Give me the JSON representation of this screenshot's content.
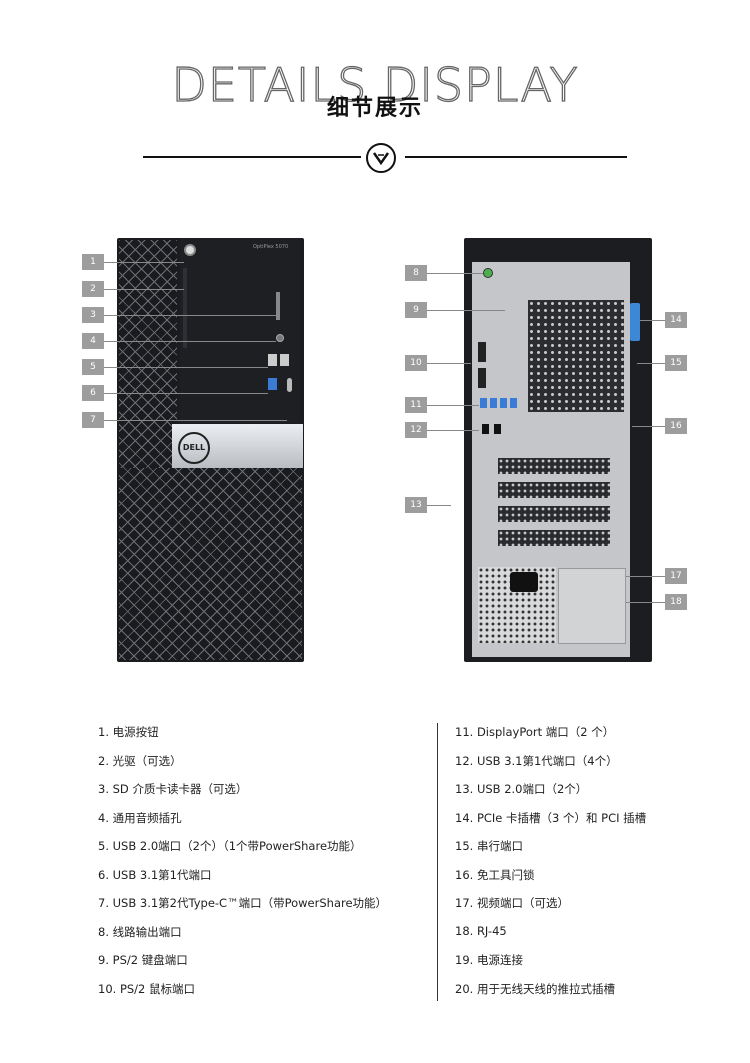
{
  "header": {
    "title_en": "DETAILS DISPLAY",
    "title_cn": "细节展示"
  },
  "front_view": {
    "model_label": "OptiPlex 5070",
    "logo": "DELL",
    "callouts": [
      "1",
      "2",
      "3",
      "4",
      "5",
      "6",
      "7"
    ]
  },
  "back_view": {
    "callouts": [
      "8",
      "9",
      "10",
      "11",
      "12",
      "13",
      "14",
      "15",
      "16",
      "17",
      "18"
    ]
  },
  "legend": {
    "left": [
      "1. 电源按钮",
      "2. 光驱（可选）",
      "3. SD 介质卡读卡器（可选）",
      "4. 通用音频插孔",
      "5. USB 2.0端口（2个）（1个带PowerShare功能）",
      "6. USB 3.1第1代端口",
      "7. USB 3.1第2代Type-C™端口（带PowerShare功能）",
      "8. 线路输出端口",
      "9. PS/2 键盘端口",
      "10. PS/2 鼠标端口"
    ],
    "right": [
      "11. DisplayPort 端口（2 个）",
      "12. USB 3.1第1代端口（4个）",
      "13. USB 2.0端口（2个）",
      "14. PCIe 卡插槽（3 个）和 PCI 插槽",
      "15. 串行端口",
      "16. 免工具闩锁",
      "17. 视频端口（可选）",
      "18. RJ-45",
      "19. 电源连接",
      "20. 用于无线天线的推拉式插槽"
    ]
  },
  "colors": {
    "callout_bg": "#9d9d9d",
    "chassis": "#1b1c20",
    "accent_blue": "#3a7bd5"
  }
}
